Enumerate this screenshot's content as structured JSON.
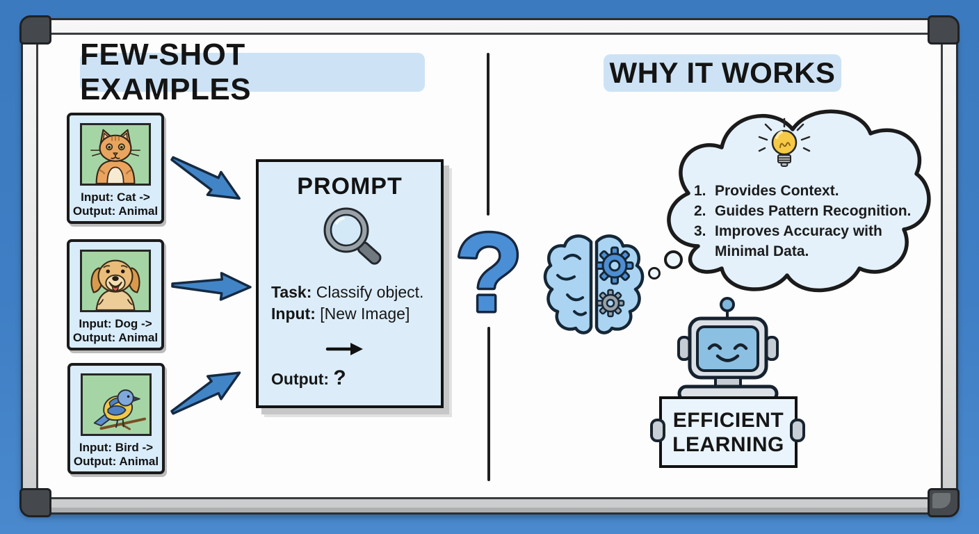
{
  "headings": {
    "left": "FEW-SHOT EXAMPLES",
    "right": "WHY IT WORKS"
  },
  "examples": [
    {
      "animal": "cat",
      "input": "Input: Cat ->",
      "output": "Output: Animal"
    },
    {
      "animal": "dog",
      "input": "Input: Dog ->",
      "output": "Output: Animal"
    },
    {
      "animal": "bird",
      "input": "Input: Bird ->",
      "output": "Output: Animal"
    }
  ],
  "prompt_card": {
    "title": "PROMPT",
    "task_label": "Task:",
    "task_value": "Classify object.",
    "input_label": "Input:",
    "input_value": "[New Image]",
    "output_label": "Output:",
    "output_value": "?"
  },
  "center": {
    "question_mark": "?"
  },
  "thought_cloud": {
    "items": [
      {
        "num": "1.",
        "text": "Provides Context."
      },
      {
        "num": "2.",
        "text": "Guides Pattern Recognition."
      },
      {
        "num": "3.",
        "text": "Improves Accuracy with Minimal Data."
      }
    ]
  },
  "robot_sign": {
    "line1": "EFFICIENT",
    "line2": "LEARNING"
  },
  "colors": {
    "background": "#3f7ec4",
    "highlight": "#cde3f5",
    "card_bg": "#d9ecfa",
    "photo_bg": "#a6d5a5",
    "cloud_bg": "#e4f1fb",
    "accent_blue": "#4a8fd6",
    "bulb_yellow": "#f6ca47"
  }
}
